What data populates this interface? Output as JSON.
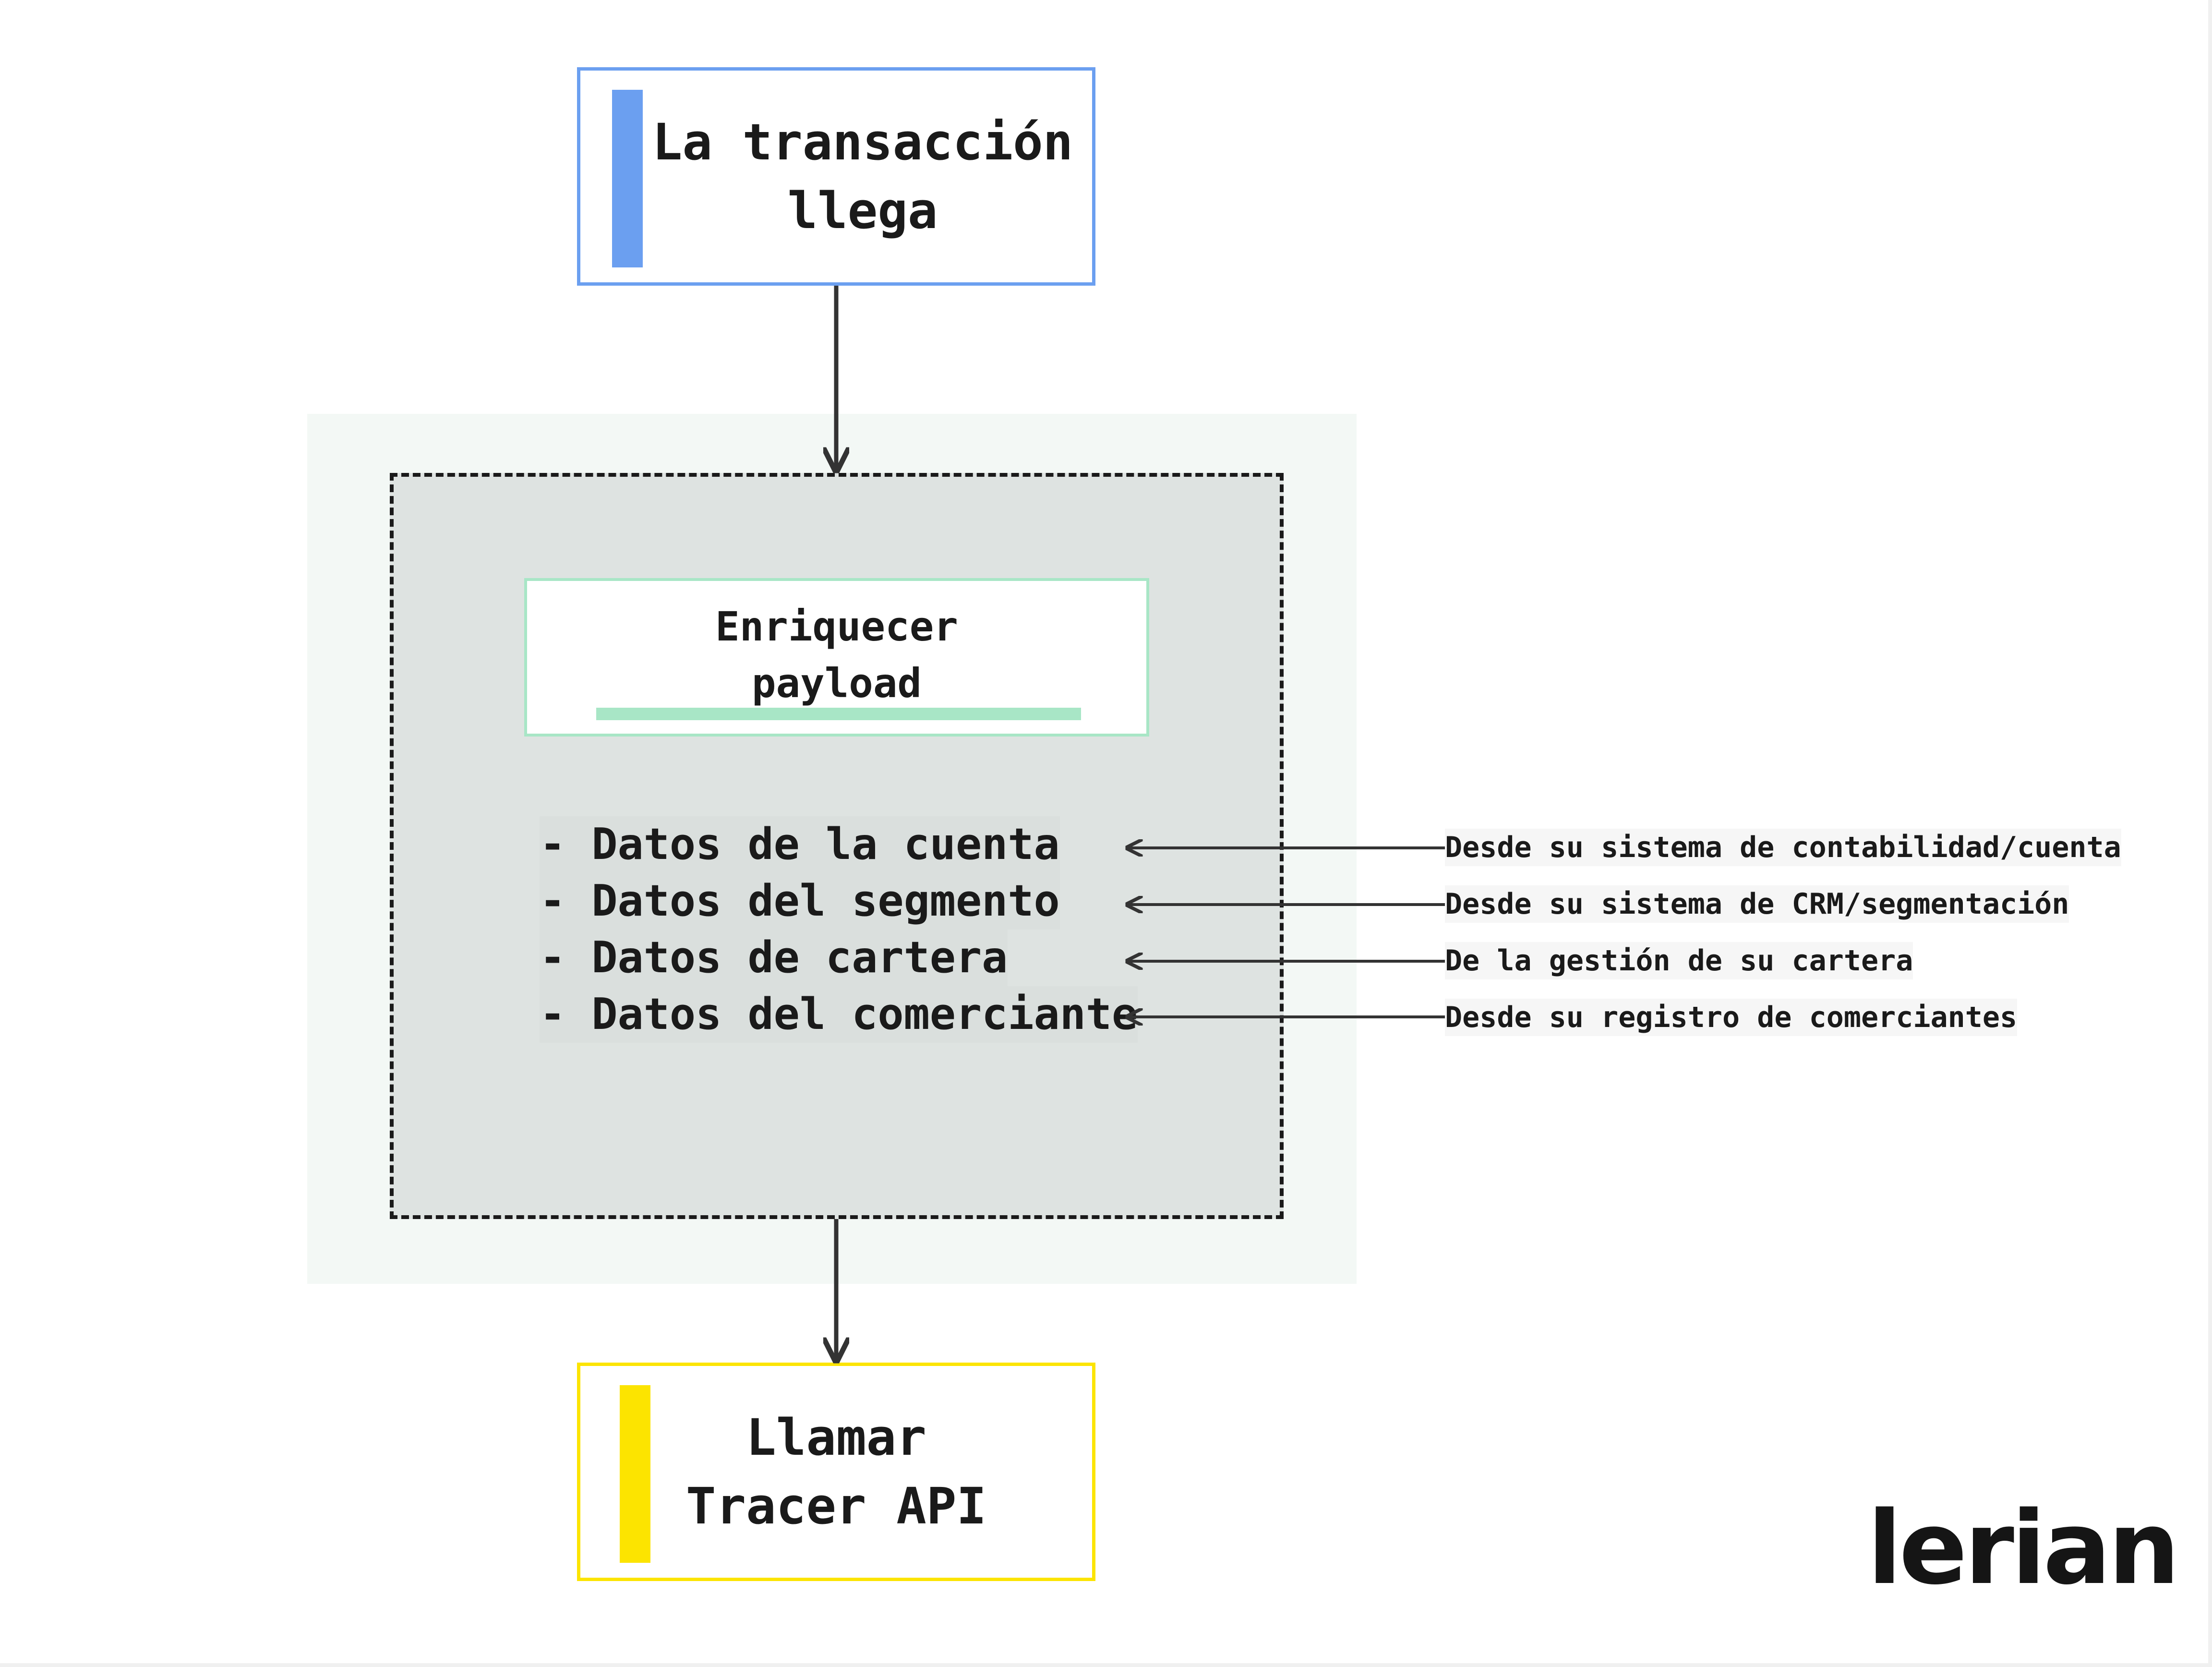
{
  "nodes": {
    "start": {
      "label": "La transacción\nllega",
      "accent_color": "#6b9ff0"
    },
    "enrich": {
      "label": "Enriquecer\npayload",
      "accent_color": "#a8e6c6"
    },
    "end": {
      "label": "Llamar\nTracer API",
      "accent_color": "#fce400"
    }
  },
  "data_items": [
    {
      "label": "- Datos de la cuenta",
      "source": "Desde su sistema de contabilidad/cuenta"
    },
    {
      "label": "- Datos del segmento",
      "source": "Desde su sistema de CRM/segmentación"
    },
    {
      "label": "- Datos de cartera",
      "source": "De la gestión de su cartera"
    },
    {
      "label": "- Datos del comerciante",
      "source": "Desde su registro de comerciantes"
    }
  ],
  "brand": {
    "logo_text": "lerian"
  },
  "colors": {
    "zone_background": "#f3f8f5",
    "dashed_box_background": "#dee3e1",
    "arrow": "#333333"
  }
}
